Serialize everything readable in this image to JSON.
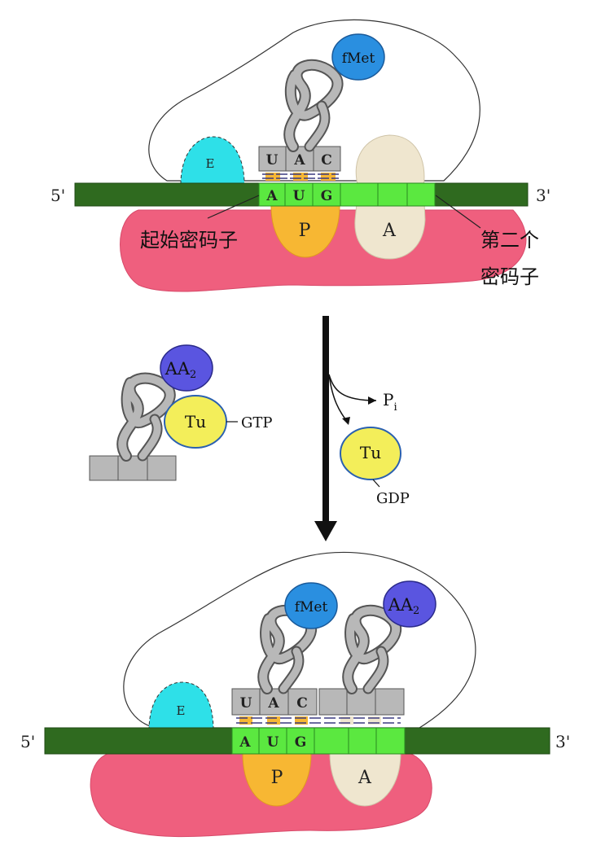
{
  "top": {
    "mrna_5": "5'",
    "mrna_3": "3'",
    "codon_letters": [
      "A",
      "U",
      "G"
    ],
    "anticodon_letters": [
      "U",
      "A",
      "C"
    ],
    "fmet": "fMet",
    "site_e": "E",
    "site_p": "P",
    "site_a": "A",
    "label_start_codon": "起始密码子",
    "label_second_codon_line1": "第二个",
    "label_second_codon_line2": "密码子"
  },
  "middle": {
    "aa2": "AA",
    "aa2_sub": "2",
    "tu": "Tu",
    "gtp": "GTP",
    "pi": "P",
    "pi_sub": "i",
    "tu_out": "Tu",
    "gdp": "GDP"
  },
  "bottom": {
    "mrna_5": "5'",
    "mrna_3": "3'",
    "codon_letters": [
      "A",
      "U",
      "G"
    ],
    "anticodon_letters": [
      "U",
      "A",
      "C"
    ],
    "fmet": "fMet",
    "aa2": "AA",
    "aa2_sub": "2",
    "site_e": "E",
    "site_p": "P",
    "site_a": "A"
  },
  "colors": {
    "mrna": "#2f6a1f",
    "codon_green": "#5be840",
    "ribosome_large": "#ffffff",
    "ribosome_small": "#ef5f7e",
    "site_e": "#2ee0e8",
    "site_p": "#f7b733",
    "site_a": "#efe6cf",
    "fmet_blue": "#2a8fe0",
    "aa2_purple": "#5a55e0",
    "tu_yellow": "#f3ee5a",
    "trna_gray": "#b8b8b8"
  }
}
